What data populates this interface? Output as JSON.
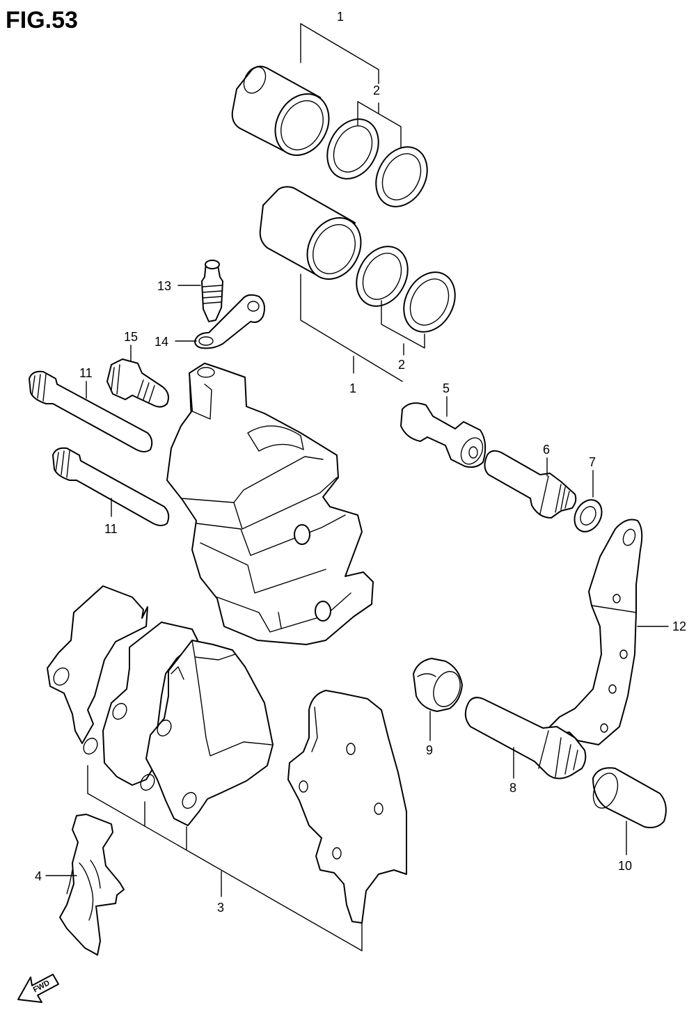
{
  "figure": {
    "title": "FIG.53",
    "direction_label": "FWD"
  },
  "callouts": [
    {
      "id": "c1a",
      "label": "1"
    },
    {
      "id": "c2a",
      "label": "2"
    },
    {
      "id": "c13",
      "label": "13"
    },
    {
      "id": "c14",
      "label": "14"
    },
    {
      "id": "c15",
      "label": "15"
    },
    {
      "id": "c11a",
      "label": "11"
    },
    {
      "id": "c11b",
      "label": "11"
    },
    {
      "id": "c2b",
      "label": "2"
    },
    {
      "id": "c1b",
      "label": "1"
    },
    {
      "id": "c5",
      "label": "5"
    },
    {
      "id": "c6",
      "label": "6"
    },
    {
      "id": "c7",
      "label": "7"
    },
    {
      "id": "c12",
      "label": "12"
    },
    {
      "id": "c9",
      "label": "9"
    },
    {
      "id": "c8",
      "label": "8"
    },
    {
      "id": "c10",
      "label": "10"
    },
    {
      "id": "c4",
      "label": "4"
    },
    {
      "id": "c3",
      "label": "3"
    }
  ]
}
